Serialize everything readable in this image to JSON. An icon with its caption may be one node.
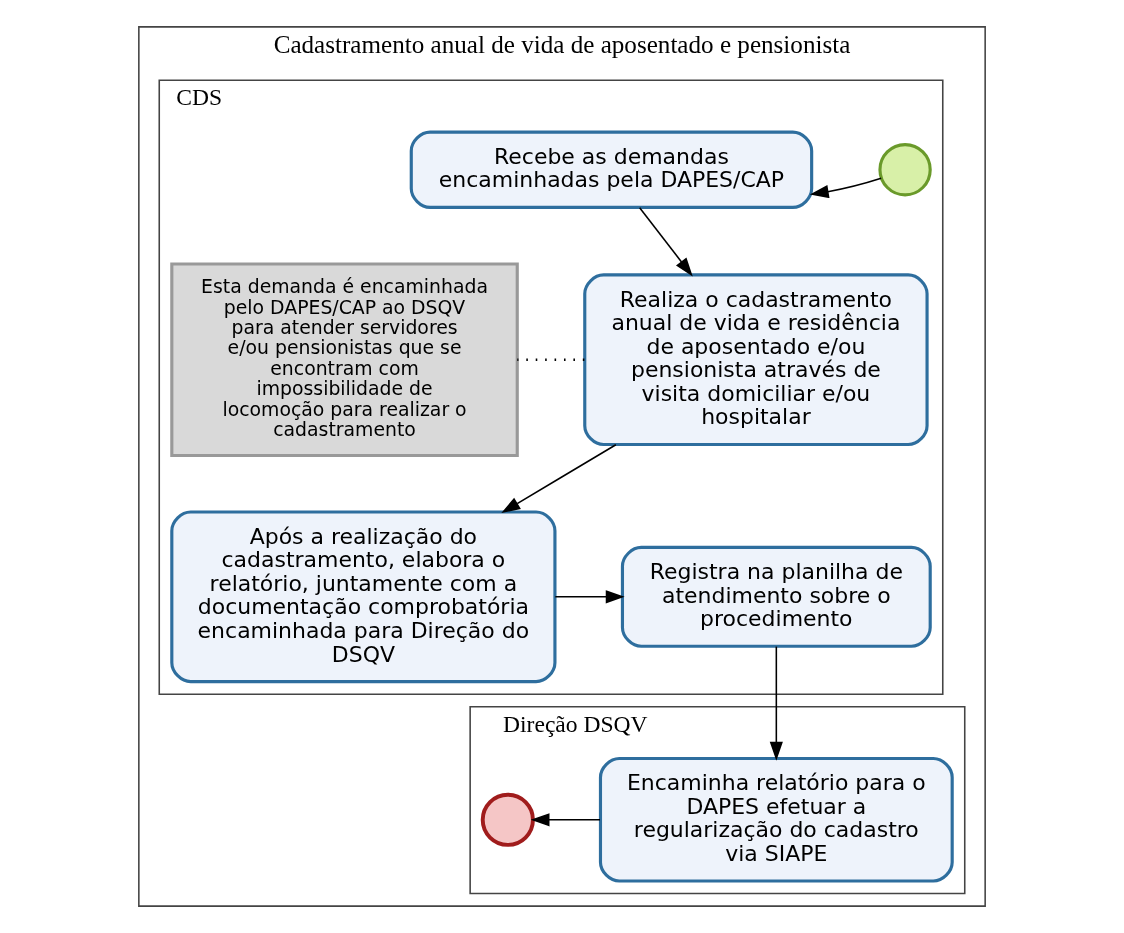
{
  "diagram": {
    "nodes": [
      {
        "text": [
          "Cadastramento anual de vida de aposentado e pensionista"
        ]
      },
      {
        "text": [
          "CDS"
        ],
        "in": 0
      },
      {
        "text": [
          "Direção DSQV"
        ],
        "in": 0
      },
      {
        "text": [],
        "shape": "circle",
        "in": 1
      },
      {
        "text": [
          "Recebe as demandas encaminhadas pela DAPES/CAP"
        ],
        "in": 1
      },
      {
        "text": [
          "Realiza o cadastramento anual de vida e residência de aposentado e/ou pensionista através de visita domiciliar e/ou hospitalar"
        ],
        "in": 1
      },
      {
        "text": [
          "Esta demanda é encaminhada pelo DAPES/CAP ao DSQV para atender servidores e/ou pensionistas que se encontram com impossibilidade de locomoção para realizar o cadastramento"
        ],
        "in": 1
      },
      {
        "text": [
          "Após a realização do cadastramento, elabora o relatório, juntamente com a documentação comprobatória encaminhada para Direção do DSQV"
        ],
        "in": 1
      },
      {
        "text": [
          "Registra na planilha de atendimento sobre o procedimento"
        ],
        "in": 1
      },
      {
        "text": [
          "Encaminha relatório para o DAPES efetuar a regularização do cadastro via SIAPE"
        ],
        "in": 2
      },
      {
        "text": [],
        "shape": "circle",
        "in": 2
      }
    ],
    "edges": [
      {
        "from": 3,
        "to": 4,
        "arrow": "to"
      },
      {
        "from": 4,
        "to": 5,
        "arrow": "to"
      },
      {
        "from": 5,
        "to": 6,
        "arrow": "none",
        "style": "dashed"
      },
      {
        "from": 5,
        "to": 7,
        "arrow": "to"
      },
      {
        "from": 7,
        "to": 8,
        "arrow": "to"
      },
      {
        "from": 8,
        "to": 9,
        "arrow": "to"
      },
      {
        "from": 9,
        "to": 10,
        "arrow": "to"
      }
    ]
  }
}
